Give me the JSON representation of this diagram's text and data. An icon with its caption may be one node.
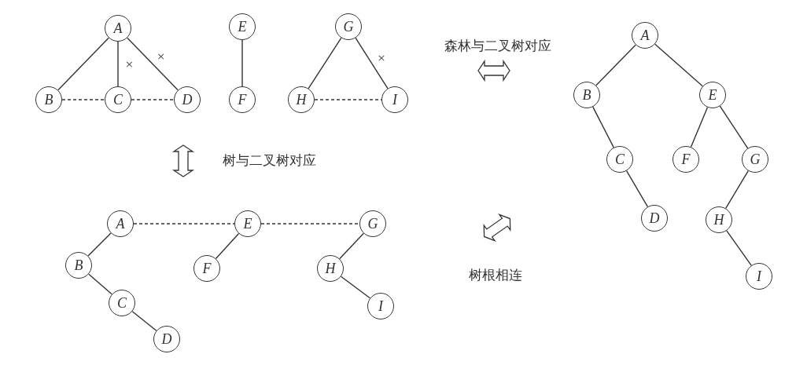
{
  "diagram": {
    "nodes": [
      {
        "text": [
          "A"
        ]
      },
      {
        "text": [
          "B"
        ]
      },
      {
        "text": [
          "C"
        ]
      },
      {
        "text": [
          "D"
        ]
      },
      {
        "text": [
          "E"
        ]
      },
      {
        "text": [
          "F"
        ]
      },
      {
        "text": [
          "G"
        ]
      },
      {
        "text": [
          "H"
        ]
      },
      {
        "text": [
          "I"
        ]
      },
      {
        "text": [
          "A"
        ]
      },
      {
        "text": [
          "B"
        ]
      },
      {
        "text": [
          "C"
        ]
      },
      {
        "text": [
          "D"
        ]
      },
      {
        "text": [
          "E"
        ]
      },
      {
        "text": [
          "F"
        ]
      },
      {
        "text": [
          "G"
        ]
      },
      {
        "text": [
          "H"
        ]
      },
      {
        "text": [
          "I"
        ]
      },
      {
        "text": [
          "A"
        ]
      },
      {
        "text": [
          "B"
        ]
      },
      {
        "text": [
          "E"
        ]
      },
      {
        "text": [
          "C"
        ]
      },
      {
        "text": [
          "F"
        ]
      },
      {
        "text": [
          "G"
        ]
      },
      {
        "text": [
          "D"
        ]
      },
      {
        "text": [
          "H"
        ]
      },
      {
        "text": [
          "I"
        ]
      }
    ],
    "edges": [
      {
        "from": 0,
        "to": 1,
        "arrow": "none"
      },
      {
        "from": 0,
        "to": 2,
        "arrow": "none",
        "label": "×"
      },
      {
        "from": 0,
        "to": 3,
        "arrow": "none",
        "label": "×"
      },
      {
        "from": 1,
        "to": 2,
        "arrow": "none",
        "style": "dashed"
      },
      {
        "from": 2,
        "to": 3,
        "arrow": "none",
        "style": "dashed"
      },
      {
        "from": 4,
        "to": 5,
        "arrow": "none"
      },
      {
        "from": 6,
        "to": 7,
        "arrow": "none"
      },
      {
        "from": 6,
        "to": 8,
        "arrow": "none",
        "label": "×"
      },
      {
        "from": 7,
        "to": 8,
        "arrow": "none",
        "style": "dashed"
      },
      {
        "from": 9,
        "to": 10,
        "arrow": "none"
      },
      {
        "from": 10,
        "to": 11,
        "arrow": "none"
      },
      {
        "from": 11,
        "to": 12,
        "arrow": "none"
      },
      {
        "from": 9,
        "to": 13,
        "arrow": "none",
        "style": "dashed"
      },
      {
        "from": 13,
        "to": 14,
        "arrow": "none"
      },
      {
        "from": 13,
        "to": 15,
        "arrow": "none",
        "style": "dashed"
      },
      {
        "from": 15,
        "to": 16,
        "arrow": "none"
      },
      {
        "from": 16,
        "to": 17,
        "arrow": "none"
      },
      {
        "from": 18,
        "to": 19,
        "arrow": "none"
      },
      {
        "from": 18,
        "to": 20,
        "arrow": "none"
      },
      {
        "from": 19,
        "to": 21,
        "arrow": "none"
      },
      {
        "from": 21,
        "to": 24,
        "arrow": "none"
      },
      {
        "from": 20,
        "to": 22,
        "arrow": "none"
      },
      {
        "from": 20,
        "to": 23,
        "arrow": "none"
      },
      {
        "from": 23,
        "to": 25,
        "arrow": "none"
      },
      {
        "from": 25,
        "to": 26,
        "arrow": "none"
      }
    ],
    "labels": [
      "森林与二叉树对应",
      "树与二叉树对应",
      "树根相连"
    ]
  }
}
